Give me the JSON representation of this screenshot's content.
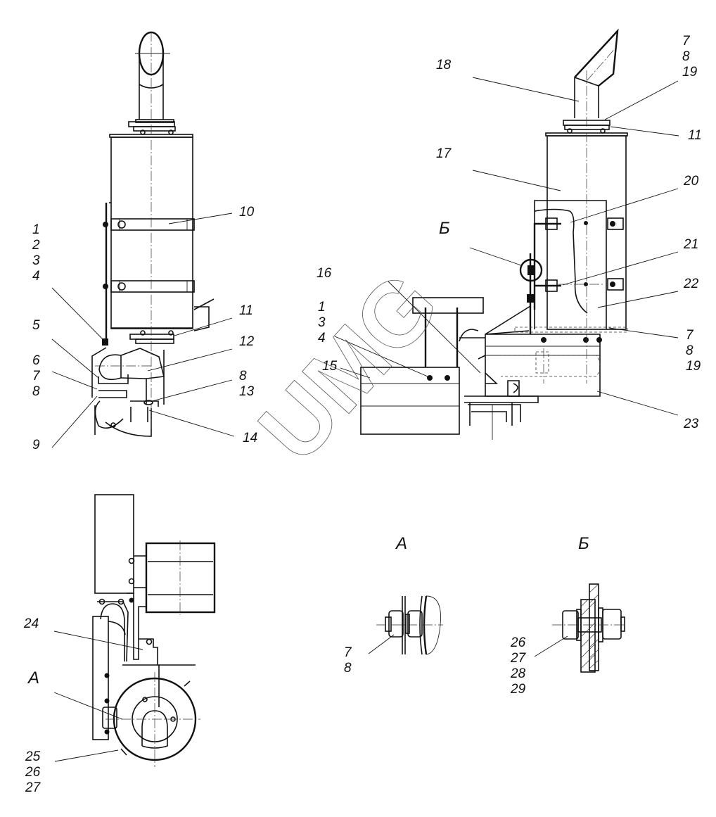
{
  "drawing": {
    "title": "Exhaust system assembly drawing",
    "watermark": "UMG",
    "views": {
      "front": {
        "callouts": [
          {
            "id": "c1-4",
            "text": "1\n2\n3\n4"
          },
          {
            "id": "c5",
            "text": "5"
          },
          {
            "id": "c6-8",
            "text": "6\n7\n8"
          },
          {
            "id": "c9",
            "text": "9"
          },
          {
            "id": "c10",
            "text": "10"
          },
          {
            "id": "c11",
            "text": "11"
          },
          {
            "id": "c12",
            "text": "12"
          },
          {
            "id": "c8-13",
            "text": "8\n13"
          },
          {
            "id": "c14",
            "text": "14"
          }
        ]
      },
      "side": {
        "callouts": [
          {
            "id": "c18",
            "text": "18"
          },
          {
            "id": "c7-8-19-top",
            "text": "7\n8\n19"
          },
          {
            "id": "c11-side",
            "text": "11"
          },
          {
            "id": "c17",
            "text": "17"
          },
          {
            "id": "c20",
            "text": "20"
          },
          {
            "id": "cB-ref",
            "text": "Б"
          },
          {
            "id": "c21",
            "text": "21"
          },
          {
            "id": "c16",
            "text": "16"
          },
          {
            "id": "c1-3-4",
            "text": "1\n3\n4"
          },
          {
            "id": "c22",
            "text": "22"
          },
          {
            "id": "c15",
            "text": "15"
          },
          {
            "id": "c7-8-19-bot",
            "text": "7\n8\n19"
          },
          {
            "id": "c23",
            "text": "23"
          }
        ]
      },
      "top": {
        "callouts": [
          {
            "id": "c24",
            "text": "24"
          },
          {
            "id": "cA-ref",
            "text": "A"
          },
          {
            "id": "c25-27",
            "text": "25\n26\n27"
          }
        ]
      },
      "detail_a": {
        "title": "A",
        "callouts": [
          {
            "id": "cA-7-8",
            "text": "7\n8"
          }
        ]
      },
      "detail_b": {
        "title": "Б",
        "callouts": [
          {
            "id": "cB-26-29",
            "text": "26\n27\n28\n29"
          }
        ]
      }
    }
  }
}
